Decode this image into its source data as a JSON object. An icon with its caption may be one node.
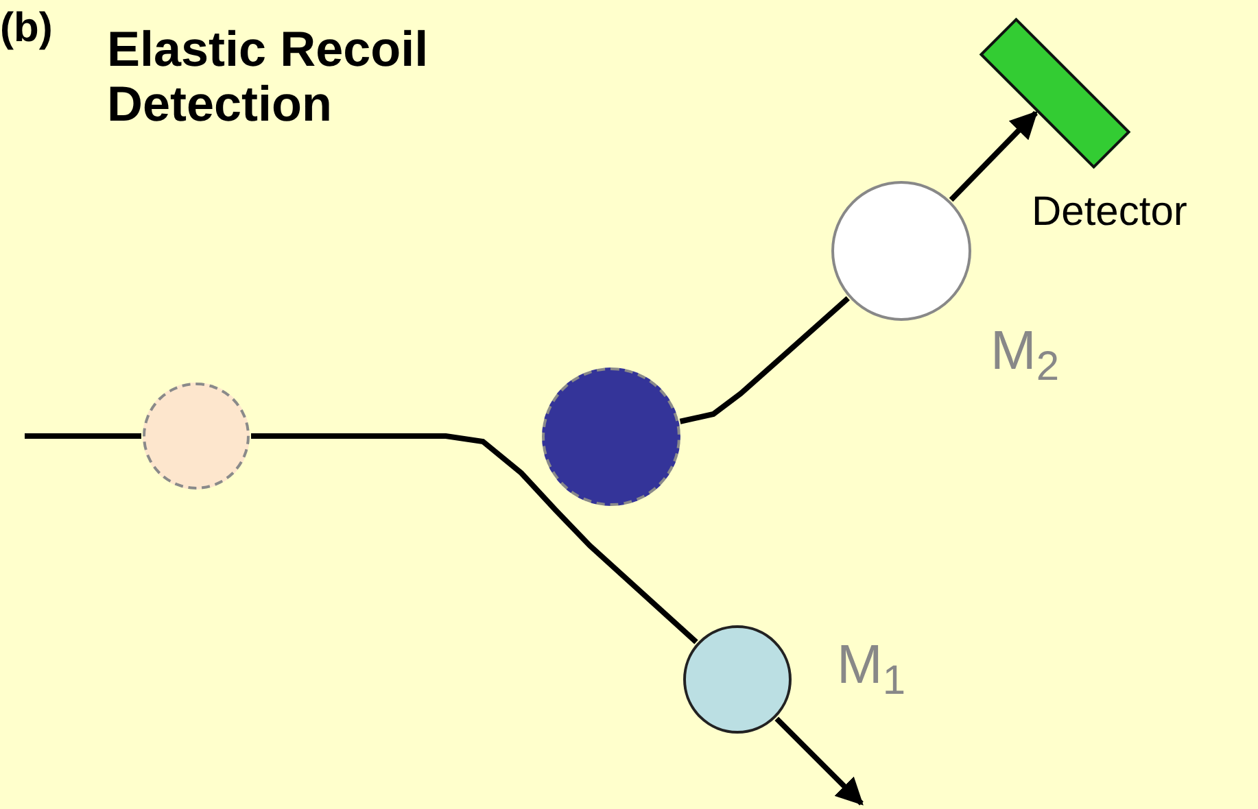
{
  "diagram": {
    "title": "Elastic Recoil Detection",
    "nodes": [
      {
        "text": [],
        "shape": "circle"
      },
      {
        "text": [],
        "shape": "circle"
      },
      {
        "text": [],
        "shape": "circle",
        "beside": [
          "M$_{1}$"
        ]
      },
      {
        "text": [],
        "shape": "circle",
        "beside": [
          "M$_{2}$"
        ]
      },
      {
        "text": [],
        "shape": "box",
        "beside": [
          "Detector"
        ]
      }
    ],
    "edges": [
      {
        "from": null,
        "to": 0,
        "arrow": "none"
      },
      {
        "from": 0,
        "to": 2,
        "arrow": "none"
      },
      {
        "from": 2,
        "to": null,
        "arrow": "to"
      },
      {
        "from": 1,
        "to": 3,
        "arrow": "none"
      },
      {
        "from": 3,
        "to": 4,
        "arrow": "to"
      }
    ],
    "labels": [
      "(b)"
    ]
  }
}
